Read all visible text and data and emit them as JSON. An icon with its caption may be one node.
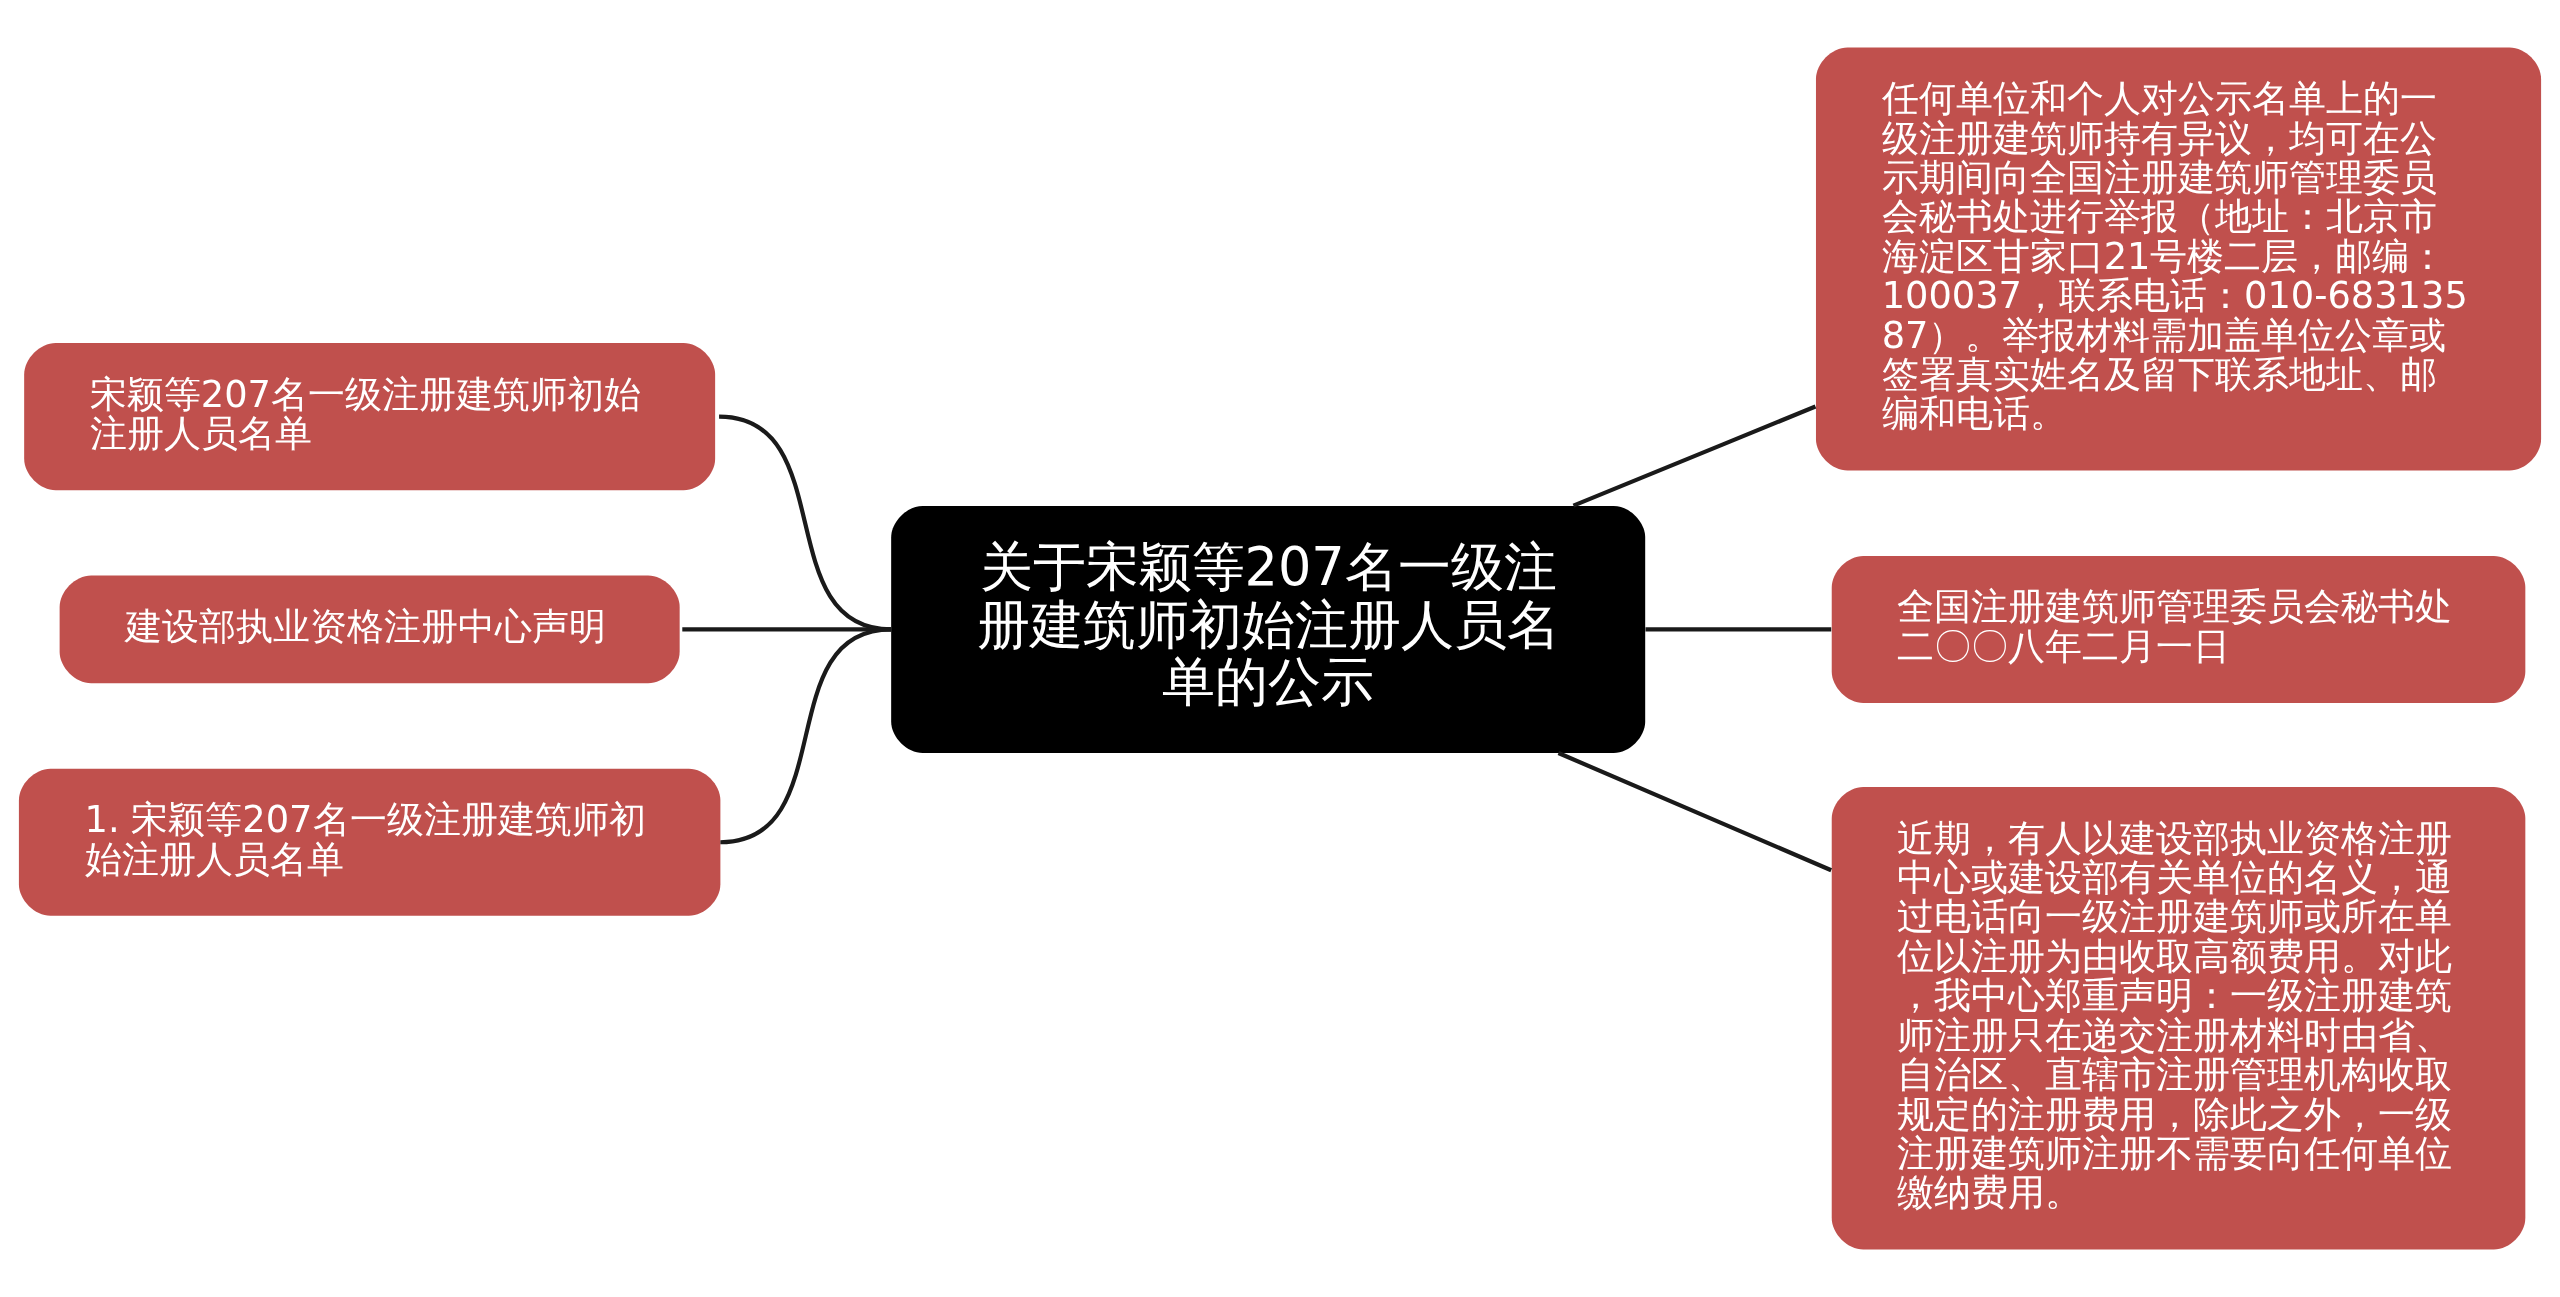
{
  "diagram": {
    "nodes": [
      {
        "text": [
          "关于宋颖等207名一级注册建筑师初始注册人员名单的公示"
        ]
      },
      {
        "text": [
          "任何单位和个人对公示名单上的一级注册建筑师持有异议，均可在公示期间向全国注册建筑师管理委员会秘书处进行举报（地址：北京市海淀区甘家口21号楼二层，邮编：100037，联系电话：010-68313587）。举报材料需加盖单位公章或签署真实姓名及留下联系地址、邮编和电话。"
        ]
      },
      {
        "text": [
          "全国注册建筑师管理委员会秘书处",
          "二〇〇八年二月一日"
        ]
      },
      {
        "text": [
          "近期，有人以建设部执业资格注册中心或建设部有关单位的名义，通过电话向一级注册建筑师或所在单位以注册为由收取高额费用。对此，我中心郑重声明：一级注册建筑师注册只在递交注册材料时由省、自治区、直辖市注册管理机构收取规定的注册费用，除此之外，一级注册建筑师注册不需要向任何单位缴纳费用。"
        ]
      },
      {
        "text": [
          "宋颖等207名一级注册建筑师初始注册人员名单"
        ]
      },
      {
        "text": [
          "建设部执业资格注册中心声明"
        ]
      },
      {
        "text": [
          "1. 宋颖等207名一级注册建筑师初始注册人员名单"
        ]
      }
    ],
    "edges": [
      {
        "from": 0,
        "to": 1,
        "arrow": "none"
      },
      {
        "from": 0,
        "to": 2,
        "arrow": "none"
      },
      {
        "from": 0,
        "to": 3,
        "arrow": "none"
      },
      {
        "from": 0,
        "to": 4,
        "arrow": "none"
      },
      {
        "from": 0,
        "to": 5,
        "arrow": "none"
      },
      {
        "from": 0,
        "to": 6,
        "arrow": "none"
      }
    ]
  }
}
